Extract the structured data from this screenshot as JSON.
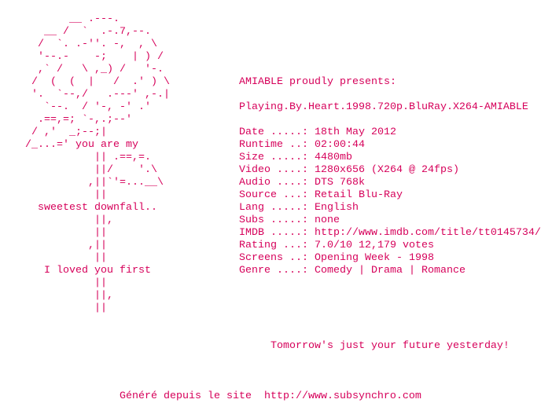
{
  "art": [
    "          __ .---.",
    "      __ /  `  .-.7,--.",
    "     /  `. .-''. -,  , \\",
    "     '--.-    -;    | ) /",
    "     ,` /   \\ ,_) /   '-.",
    "    /  (  (  |   /  .' ) \\",
    "    '.  `--,/   .---' ,-.|",
    "      `--.  / '-, -' .'",
    "     .==,=; `-,.;--'",
    "    / ,'  _;--;|",
    "   /_...=' you are my",
    "              || .==,=.",
    "              ||/    '.\\",
    "             ,||`'=...__\\",
    "              ||",
    "     sweetest downfall..",
    "              ||,",
    "              ||",
    "             ,||",
    "              ||",
    "      I loved you first",
    "              ||",
    "              ||,",
    "              ||"
  ],
  "header": {
    "presents": "AMIABLE proudly presents:",
    "release": "Playing.By.Heart.1998.720p.BluRay.X264-AMIABLE"
  },
  "info": [
    {
      "label": "Date .....:",
      "value": "18th May 2012"
    },
    {
      "label": "Runtime ..:",
      "value": "02:00:44"
    },
    {
      "label": "Size .....:",
      "value": "4480mb"
    },
    {
      "label": "Video ....:",
      "value": "1280x656 (X264 @ 24fps)"
    },
    {
      "label": "Audio ....:",
      "value": "DTS 768k"
    },
    {
      "label": "Source ...:",
      "value": "Retail Blu-Ray"
    },
    {
      "label": "Lang .....:",
      "value": "English"
    },
    {
      "label": "Subs .....:",
      "value": "none"
    },
    {
      "label": "IMDB .....:",
      "value": "http://www.imdb.com/title/tt0145734/"
    },
    {
      "label": "Rating ...:",
      "value": "7.0/10 12,179 votes"
    },
    {
      "label": "Screens ..:",
      "value": "Opening Week - 1998"
    },
    {
      "label": "Genre ....:",
      "value": "Comedy | Drama | Romance"
    }
  ],
  "tagline": "Tomorrow's just your future yesterday!",
  "footer": {
    "prefix": "Généré depuis le site  ",
    "url": "http://www.subsynchro.com"
  },
  "colors": {
    "text": "#d6005a",
    "background": "#ffffff"
  }
}
